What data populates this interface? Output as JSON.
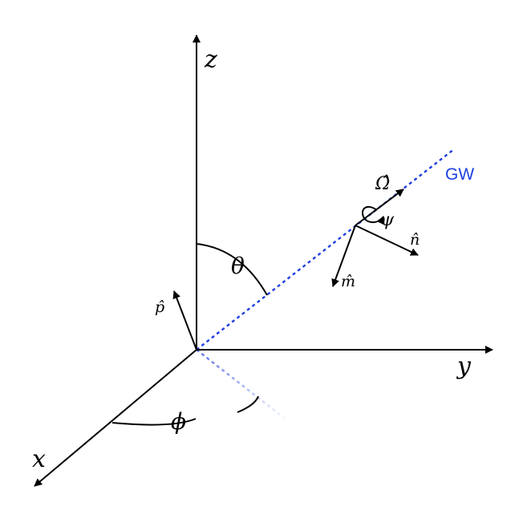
{
  "labels": {
    "z_axis": "z",
    "y_axis": "y",
    "x_axis": "x",
    "theta": "θ",
    "phi": "ϕ",
    "p_hat": "p̂",
    "omega_hat": "Ω̂",
    "psi": "ψ",
    "n_hat": "n̂",
    "m_hat": "m̂",
    "gw": "GW"
  },
  "colors": {
    "axis": "#000000",
    "gw_line": "#1f3fe0",
    "gw_label": "#1f3fe0"
  }
}
